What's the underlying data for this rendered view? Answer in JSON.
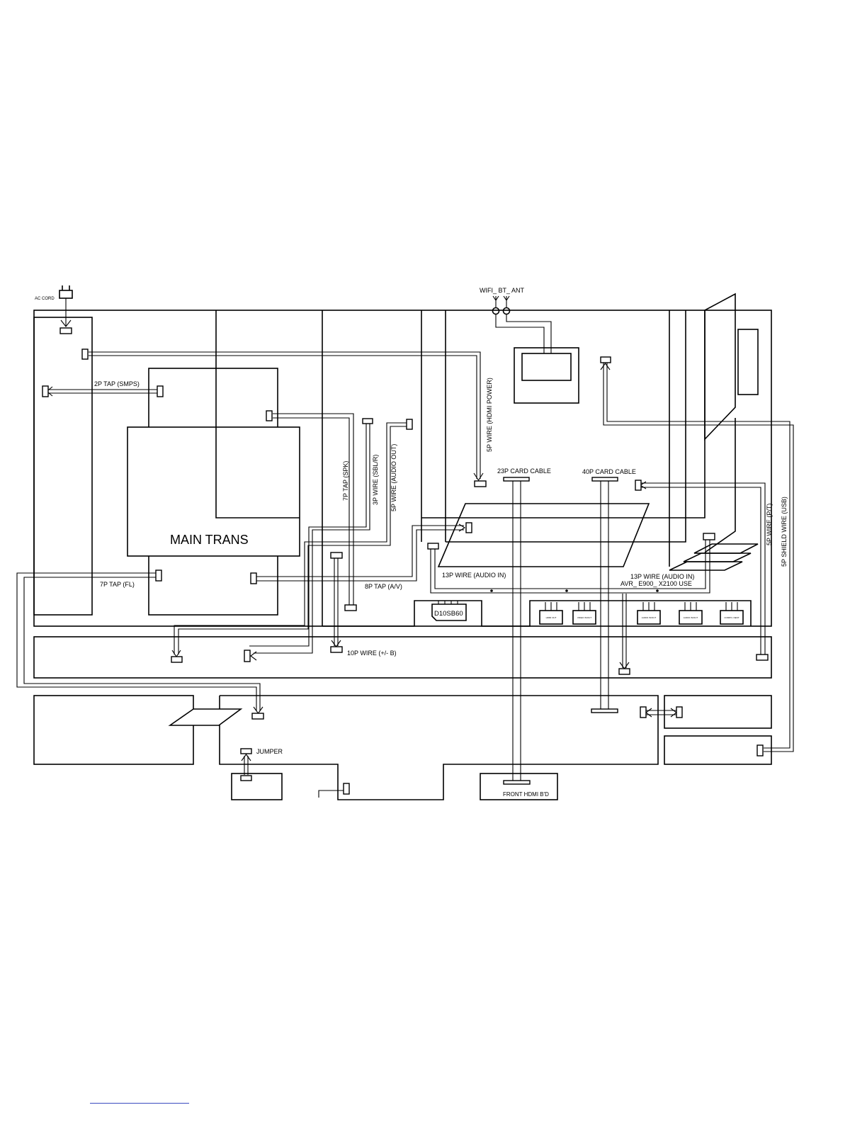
{
  "labels": {
    "ac_cord": "AC CORD",
    "wifi_bt_ant": "WIFI_ BT_ ANT",
    "tap_2p_smps": "2P TAP (SMPS)",
    "main_trans": "MAIN TRANS",
    "tap_7p_fl": "7P TAP (FL)",
    "tap_8p_av": "8P TAP (A/V)",
    "tap_7p_spk": "7P TAP (SPK)",
    "wire_3p_sbl_r": "3P WIRE (SBL/R)",
    "wire_5p_audio_out": "5P WIRE (AUDIO OUT)",
    "wire_5p_hdmi_power": "5P WIRE (HDMI POWER)",
    "card_cable_23p": "23P CARD CABLE",
    "card_cable_40p": "40P CARD CABLE",
    "wire_13p_audio_in_left": "13P WIRE (AUDIO IN)",
    "wire_13p_audio_in_right": "13P WIRE (AUDIO IN)",
    "avr_use": "AVR_ E900_ X2100 USE",
    "wire_5p_pt": "5P WIRE (P/T)",
    "wire_5p_shield_usb": "5P SHIELD WIRE (USB)",
    "d10sb60": "D10SB60",
    "wire_10p": "10P WIRE (+/- B)",
    "jumper": "JUMPER",
    "front_hdmi": "FRONT HDMI B'D"
  },
  "jacks": [
    "HDMI OUT",
    "VIDEO IN/OUT",
    "AUDIO IN/OUT",
    "AUDIO IN/OUT",
    "COMPO- NENT"
  ]
}
